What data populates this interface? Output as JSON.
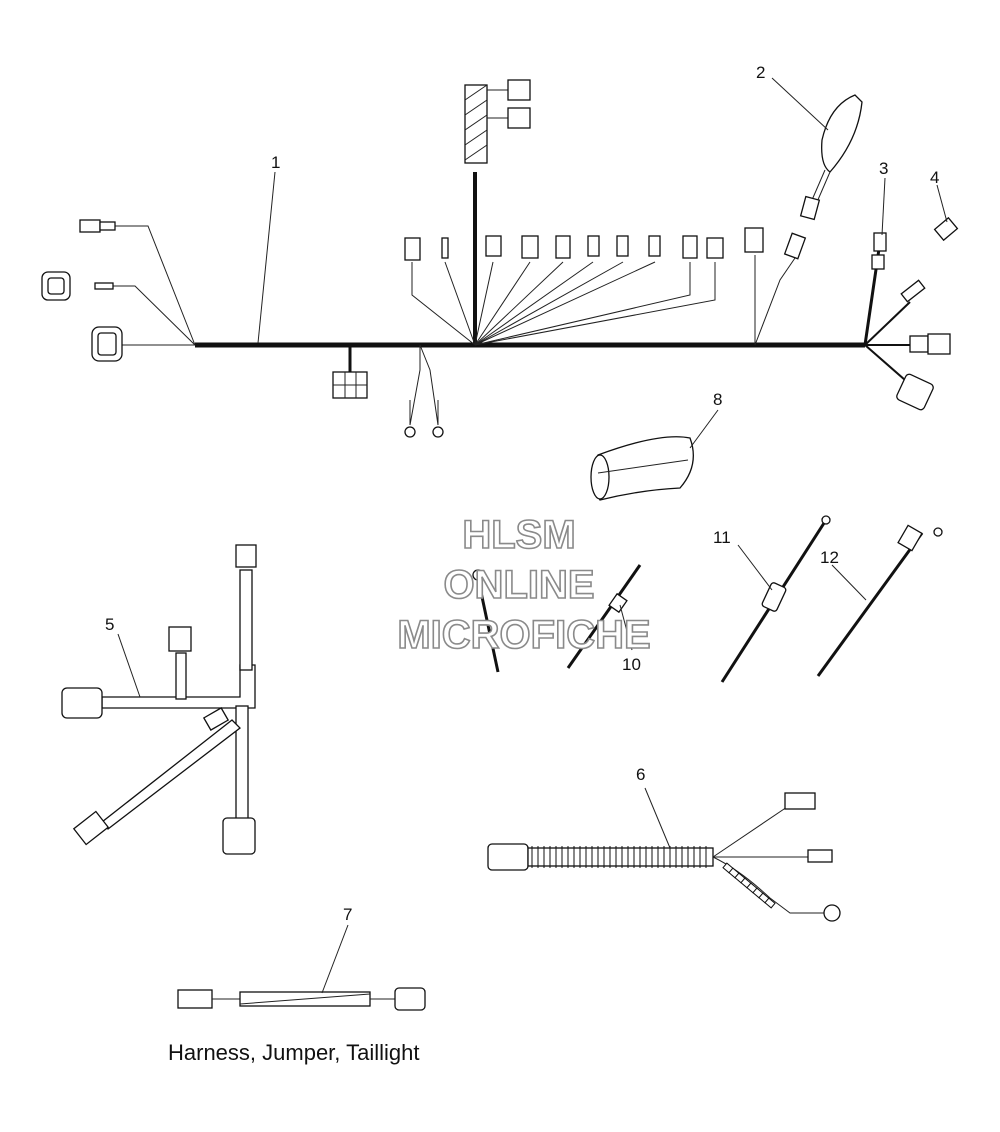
{
  "callouts": {
    "c1": "1",
    "c2": "2",
    "c3": "3",
    "c4": "4",
    "c5": "5",
    "c6": "6",
    "c7": "7",
    "c8": "8",
    "c10": "10",
    "c11": "11",
    "c12": "12"
  },
  "watermark": {
    "line1": "HLSM",
    "line2": "ONLINE",
    "line3": "MICROFICHE"
  },
  "caption": "Harness, Jumper, Taillight",
  "colors": {
    "line": "#111111",
    "watermark_stroke": "#8a8a8a",
    "background": "#ffffff"
  }
}
